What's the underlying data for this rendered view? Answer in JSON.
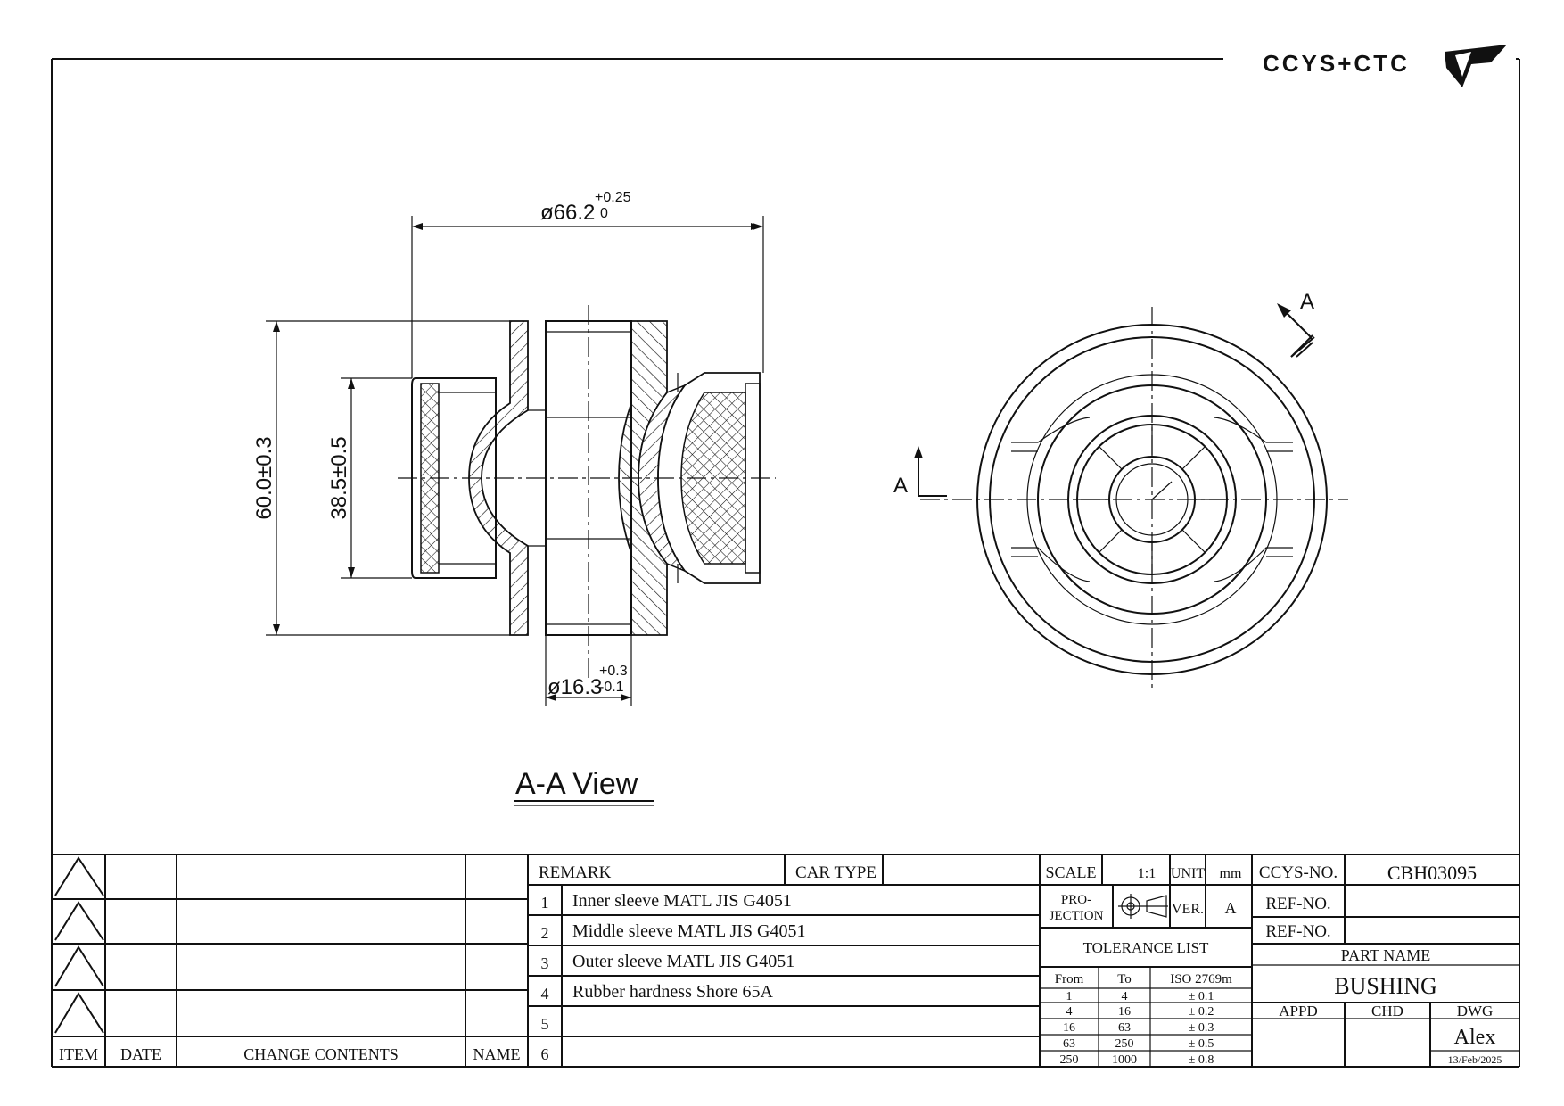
{
  "brand": {
    "logo_text": "CCYS+CTC"
  },
  "drawing": {
    "view_title": "A-A View",
    "section_label": "A",
    "dims": {
      "outer_dia": "ø66.2",
      "outer_dia_tol_upper": "+0.25",
      "outer_dia_tol_lower": "0",
      "height_outer": "60.0±0.3",
      "height_inner": "38.5±0.5",
      "inner_dia": "ø16.3",
      "inner_dia_tol_upper": "+0.3",
      "inner_dia_tol_lower": "-0.1"
    }
  },
  "revision_block": {
    "headers": {
      "item": "ITEM",
      "date": "DATE",
      "change": "CHANGE CONTENTS",
      "name": "NAME"
    }
  },
  "remarks": {
    "remark_label": "REMARK",
    "car_type_label": "CAR TYPE",
    "rows": [
      {
        "no": "1",
        "text": "Inner sleeve MATL JIS G4051"
      },
      {
        "no": "2",
        "text": "Middle sleeve MATL JIS G4051"
      },
      {
        "no": "3",
        "text": "Outer sleeve MATL JIS G4051"
      },
      {
        "no": "4",
        "text": "Rubber hardness Shore 65A"
      },
      {
        "no": "5",
        "text": ""
      },
      {
        "no": "6",
        "text": ""
      }
    ]
  },
  "info": {
    "scale_label": "SCALE",
    "scale": "1:1",
    "unit_label": "UNIT",
    "unit": "mm",
    "projection_label_1": "PRO-",
    "projection_label_2": "JECTION",
    "ver_label": "VER.",
    "ver": "A",
    "tolerance_title": "TOLERANCE LIST",
    "tol_headers": {
      "from": "From",
      "to": "To",
      "iso": "ISO 2769m"
    },
    "tolerances": [
      {
        "from": "1",
        "to": "4",
        "tol": "± 0.1"
      },
      {
        "from": "4",
        "to": "16",
        "tol": "± 0.2"
      },
      {
        "from": "16",
        "to": "63",
        "tol": "± 0.3"
      },
      {
        "from": "63",
        "to": "250",
        "tol": "± 0.5"
      },
      {
        "from": "250",
        "to": "1000",
        "tol": "± 0.8"
      }
    ]
  },
  "part": {
    "ccys_no_label": "CCYS-NO.",
    "ccys_no": "CBH03095",
    "ref_no_label_1": "REF-NO.",
    "ref_no_label_2": "REF-NO.",
    "part_name_label": "PART NAME",
    "part_name": "BUSHING",
    "appd_label": "APPD",
    "chd_label": "CHD",
    "dwg_label": "DWG",
    "dwg_name": "Alex",
    "date": "13/Feb/2025"
  }
}
